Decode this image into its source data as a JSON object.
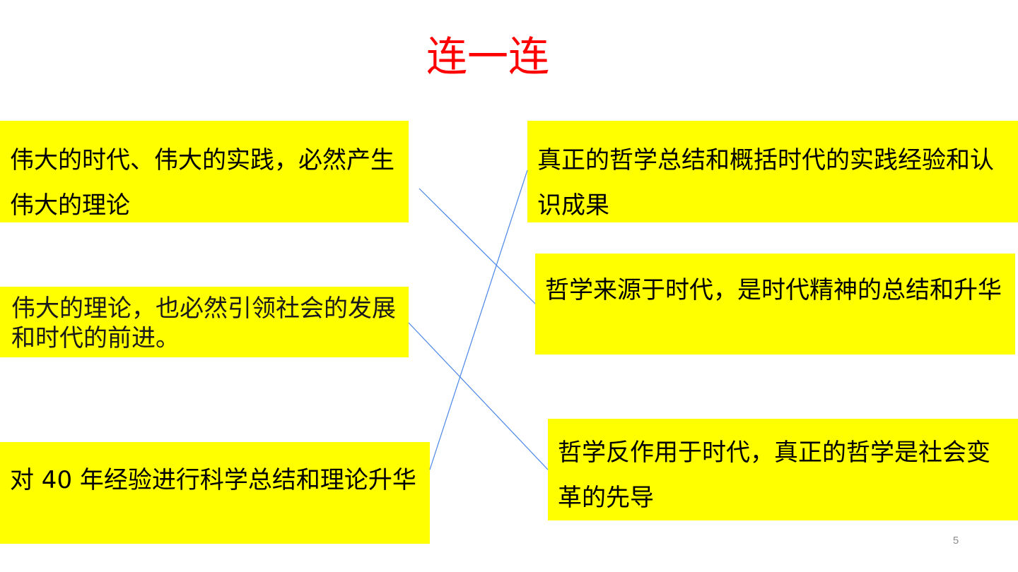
{
  "slide": {
    "title": "连一连",
    "page_number": "5",
    "colors": {
      "title": "#ff0000",
      "box_fill": "#ffff00",
      "line": "#4a86e8"
    }
  },
  "left_items": [
    {
      "id": "l1",
      "text": "伟大的时代、伟大的实践，必然产生伟大的理论"
    },
    {
      "id": "l2",
      "text": "伟大的理论，也必然引领社会的发展和时代的前进。"
    },
    {
      "id": "l3",
      "text": "对 40 年经验进行科学总结和理论升华"
    }
  ],
  "right_items": [
    {
      "id": "r1",
      "text": "真正的哲学总结和概括时代的实践经验和认识成果"
    },
    {
      "id": "r2",
      "text": "哲学来源于时代，是时代精神的总结和升华"
    },
    {
      "id": "r3",
      "text": "哲学反作用于时代，真正的哲学是社会变革的先导"
    }
  ],
  "matches": [
    {
      "from": "l1",
      "to": "r2"
    },
    {
      "from": "l2",
      "to": "r3"
    },
    {
      "from": "l3",
      "to": "r1"
    }
  ]
}
